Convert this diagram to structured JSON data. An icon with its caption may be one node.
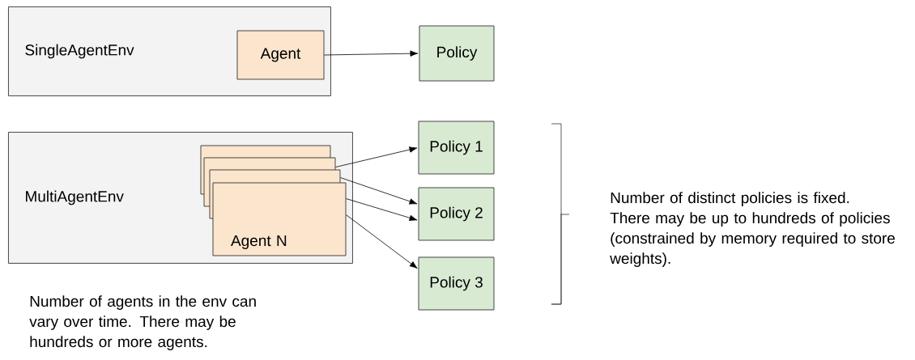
{
  "diagram": {
    "nodes": [
      {
        "text": [
          "SingleAgentEnv"
        ]
      },
      {
        "text": [
          "Agent"
        ],
        "in": 0
      },
      {
        "text": [
          "Policy"
        ]
      },
      {
        "text": [
          "MultiAgentEnv"
        ]
      },
      {
        "text": [],
        "shape": "box",
        "in": 3
      },
      {
        "text": [],
        "shape": "box",
        "in": 3
      },
      {
        "text": [],
        "shape": "box",
        "in": 3
      },
      {
        "text": [
          "Agent N"
        ],
        "in": 3
      },
      {
        "text": [
          "Policy 1"
        ]
      },
      {
        "text": [
          "Policy 2"
        ]
      },
      {
        "text": [
          "Policy 3"
        ]
      }
    ],
    "edges": [
      {
        "from": 1,
        "to": 2,
        "arrow": "to"
      },
      {
        "from": 5,
        "to": 8,
        "arrow": "to"
      },
      {
        "from": 6,
        "to": 9,
        "arrow": "to"
      },
      {
        "from": 7,
        "to": 9,
        "arrow": "to"
      },
      {
        "from": 7,
        "to": 10,
        "arrow": "to"
      }
    ],
    "labels": [
      "Number of agents in the env can vary over time. There may be hundreds or more agents.",
      "Number of distinct policies is fixed. There may be up to hundreds of policies (constrained by memory required to store weights)."
    ]
  }
}
